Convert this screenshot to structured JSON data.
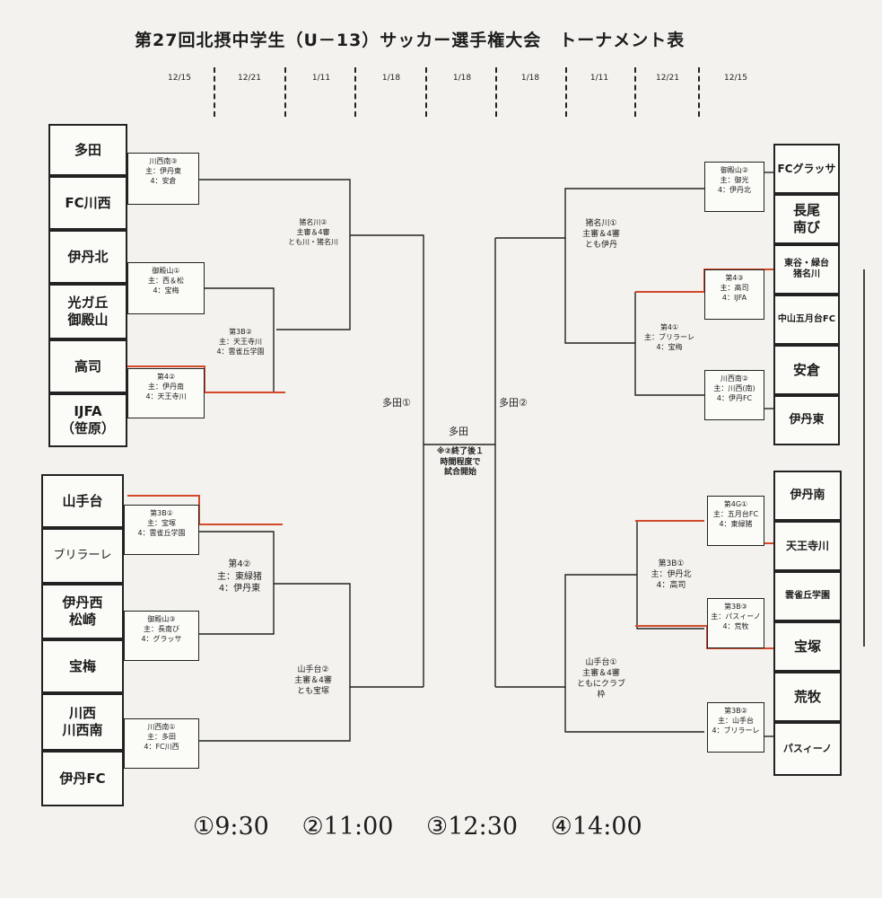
{
  "title": "第27回北摂中学生（U－13）サッカー選手権大会　トーナメント表",
  "dates": [
    "12/15",
    "12/21",
    "1/11",
    "1/18",
    "1/18",
    "1/18",
    "1/11",
    "12/21",
    "12/15"
  ],
  "left_teams": [
    "多田",
    "FC川西",
    "伊丹北",
    "光ガ丘\n御殿山",
    "高司",
    "IJFA\n（笹原）",
    "山手台",
    "ブリラーレ",
    "伊丹西\n松崎",
    "宝梅",
    "川西\n川西南",
    "伊丹FC"
  ],
  "right_teams": [
    "FCグラッサ",
    "長尾\n南び",
    "東谷・緑台\n猪名川",
    "中山五月台FC",
    "安倉",
    "伊丹東",
    "伊丹南",
    "天王寺川",
    "雲雀丘学園",
    "宝塚",
    "荒牧",
    "パスィーノ"
  ],
  "left_r1": [
    "川西南③\n主：伊丹東\n4：安倉",
    "御殿山①\n主：西＆松\n4：宝梅",
    "第4②\n主：伊丹南\n4：天王寺川",
    "第3B①\n主：宝塚\n4：雲雀丘学園",
    "御殿山③\n主：長南び\n4：グラッサ",
    "川西南①\n主：多田\n4：FC川西"
  ],
  "left_r2": [
    "猪名川②\n主審＆4審\nとも川・猪名川",
    "第3B②\n主：天王寺川\n4：雲雀丘学園",
    "第4②\n主：東緑猪\n4：伊丹東",
    "山手台②\n主審＆4審\nとも宝塚"
  ],
  "right_r1": [
    "御殿山②\n主：御光\n4：伊丹北",
    "第4③\n主：高司\n4：IJFA",
    "川西南②\n主：川西(南)\n4：伊丹FC",
    "第4G①\n主：五月台FC\n4：東緑猪",
    "第3B③\n主：パスィーノ\n4：荒牧",
    "第3B②\n主：山手台\n4：ブリラーレ"
  ],
  "right_r2": [
    "猪名川①\n主審＆4審\nとも伊丹",
    "第4①\n主：ブリラーレ\n4：宝梅",
    "第3B①\n主：伊丹北\n4：高司",
    "山手台①\n主審＆4審\nともにクラブ\n枠"
  ],
  "semi_left": "多田①",
  "semi_right": "多田②",
  "final_label": "多田",
  "final_note": "※②終了後１\n時間程度で\n試合開始",
  "times": [
    "①9:30",
    "②11:00",
    "③12:30",
    "④14:00"
  ],
  "colors": {
    "line": "#222222",
    "highlight": "#d24a2a",
    "paper": "#f3f2ee"
  }
}
